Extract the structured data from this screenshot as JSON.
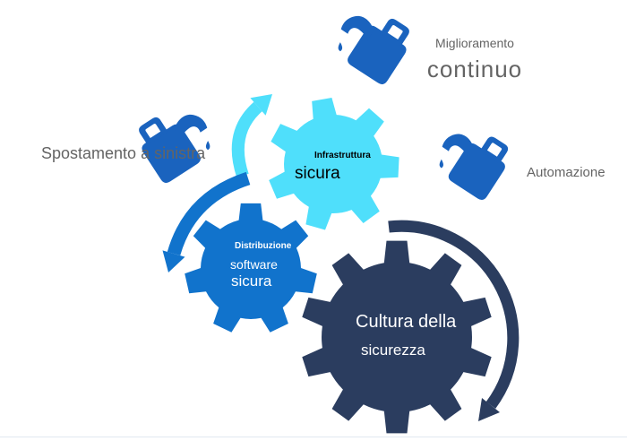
{
  "colors": {
    "cyan": "#4FDFFB",
    "blue": "#1173CC",
    "dark_navy": "#2B3D5F",
    "can_blue": "#1A63BE",
    "text_gray": "#646464",
    "background": "#FFFFFF"
  },
  "annotations": {
    "shift_left": "Spostamento a sinistra",
    "continuous_improvement": {
      "line1": "Miglioramento",
      "line2": "continuo"
    },
    "automation": "Automazione"
  },
  "gears": {
    "secure_infrastructure": {
      "line1": "Infrastruttura",
      "line2": "sicura",
      "color": "#4FDFFB"
    },
    "secure_software_delivery": {
      "line1": "Distribuzione",
      "line2": "software",
      "line3": "sicura",
      "color": "#1173CC"
    },
    "security_culture": {
      "line1": "Cultura della",
      "line2": "sicurezza",
      "color": "#2B3D5F"
    }
  },
  "icons": {
    "oil_can": "oil-can-icon",
    "shift_left_arrow": "curved-arrow-up-icon",
    "feedback_arrow": "curved-arrow-down-icon",
    "cycle_arrow": "clockwise-arc-arrow-icon"
  }
}
